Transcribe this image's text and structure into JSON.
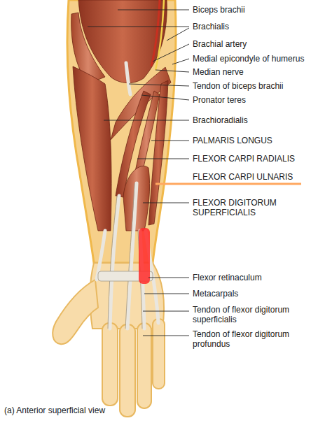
{
  "diagram": {
    "caption": "(a) Anterior superficial view",
    "labels": [
      "Biceps brachii",
      "Brachialis",
      "Brachial artery",
      "Medial epicondyle of humerus",
      "Median nerve",
      "Tendon of biceps brachii",
      "Pronator teres",
      "Brachioradialis",
      "PALMARIS LONGUS",
      "FLEXOR CARPI RADIALIS",
      "FLEXOR CARPI ULNARIS",
      "FLEXOR DIGITORUM SUPERFICIALIS",
      "Flexor retinaculum",
      "Metacarpals",
      "Tendon of flexor digitorum superficialis",
      "Tendon of flexor digitorum profundus"
    ]
  }
}
